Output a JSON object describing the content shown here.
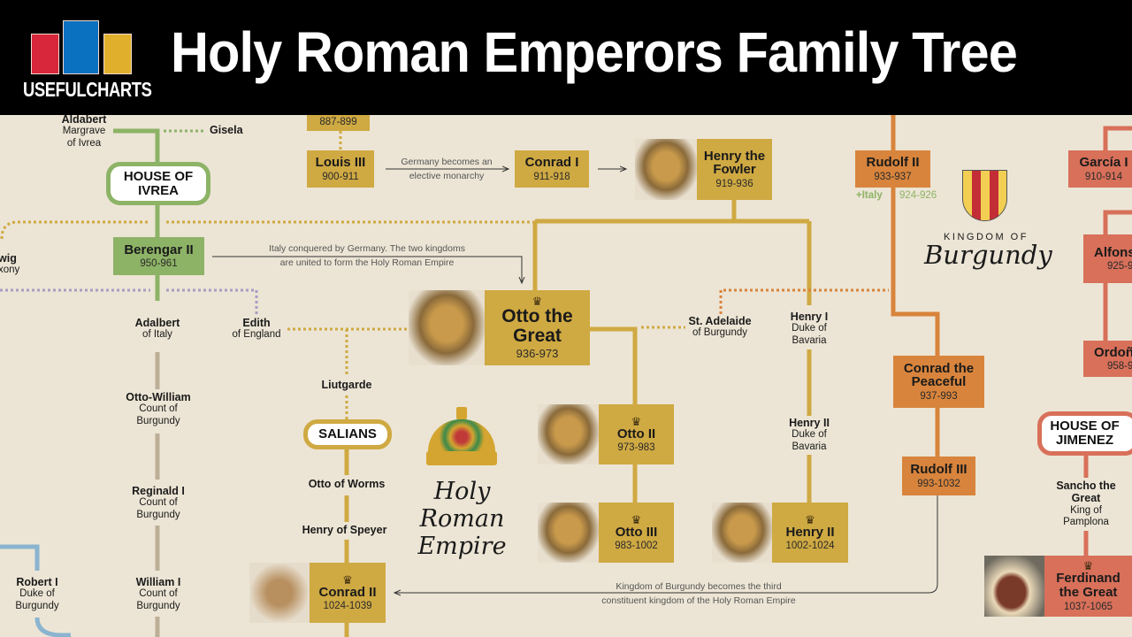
{
  "header": {
    "logo_text": "USEFULCHARTS",
    "title": "Holy Roman Emperors Family Tree",
    "logo_colors": [
      "#d8263a",
      "#0a70c0",
      "#e0b02c"
    ]
  },
  "colors": {
    "background": "#ece5d5",
    "ottonian_gold": "#cfa942",
    "ivrea_green": "#8db366",
    "burgundy_orange": "#d8843c",
    "jimenez_salmon": "#d8705a"
  },
  "rulers": {
    "partial_top": {
      "dates": "887-899"
    },
    "louis3": {
      "name": "Louis III",
      "dates": "900-911"
    },
    "conrad1": {
      "name": "Conrad I",
      "dates": "911-918"
    },
    "henry_fowler": {
      "name": "Henry the Fowler",
      "dates": "919-936"
    },
    "otto_great": {
      "name": "Otto the Great",
      "dates": "936-973"
    },
    "otto2": {
      "name": "Otto II",
      "dates": "973-983"
    },
    "otto3": {
      "name": "Otto III",
      "dates": "983-1002"
    },
    "henry2": {
      "name": "Henry II",
      "dates": "1002-1024"
    },
    "conrad2": {
      "name": "Conrad II",
      "dates": "1024-1039"
    },
    "berengar2": {
      "name": "Berengar II",
      "dates": "950-961"
    },
    "rudolf2": {
      "name": "Rudolf II",
      "dates": "933-937",
      "italy_label": "+Italy",
      "italy_dates": "924-926"
    },
    "conrad_peaceful": {
      "name": "Conrad the Peaceful",
      "dates": "937-993"
    },
    "rudolf3": {
      "name": "Rudolf III",
      "dates": "993-1032"
    },
    "garcia1": {
      "name": "García I",
      "dates": "910-914"
    },
    "alfonso": {
      "name": "Alfons",
      "dates": "925-9"
    },
    "ordono": {
      "name": "Ordoñ",
      "dates": "958-9"
    },
    "ferdinand": {
      "name": "Ferdinand the Great",
      "dates": "1037-1065"
    }
  },
  "houses": {
    "ivrea": "HOUSE OF IVREA",
    "salians": "SALIANS",
    "jimenez": "HOUSE OF JIMENEZ"
  },
  "people": [
    {
      "name": "Aldabert",
      "title": "Margrave of Ivrea"
    },
    {
      "name": "Gisela",
      "title": ""
    },
    {
      "name": "wig",
      "title": "xony"
    },
    {
      "name": "Adalbert",
      "title": "of Italy"
    },
    {
      "name": "Edith",
      "title": "of England"
    },
    {
      "name": "Liutgarde",
      "title": ""
    },
    {
      "name": "Otto-William",
      "title": "Count of Burgundy"
    },
    {
      "name": "Reginald I",
      "title": "Count of Burgundy"
    },
    {
      "name": "William I",
      "title": "Count of Burgundy"
    },
    {
      "name": "Robert I",
      "title": "Duke of Burgundy"
    },
    {
      "name": "Otto of Worms",
      "title": ""
    },
    {
      "name": "Henry of Speyer",
      "title": ""
    },
    {
      "name": "St. Adelaide",
      "title": "of Burgundy"
    },
    {
      "name": "Henry I",
      "title": "Duke of Bavaria"
    },
    {
      "name": "Henry II",
      "title": "Duke of Bavaria"
    },
    {
      "name": "Sancho the Great",
      "title": "King of Pamplona"
    }
  ],
  "notes": {
    "germany_elective": [
      "Germany becomes an",
      "elective monarchy"
    ],
    "italy_conquered": [
      "Italy conquered by Germany. The two kingdoms",
      "are united to form the Holy Roman Empire"
    ],
    "burgundy_third": [
      "Kingdom of Burgundy becomes the third",
      "constituent kingdom of the Holy Roman Empire"
    ]
  },
  "emblems": {
    "hre": [
      "Holy",
      "Roman",
      "Empire"
    ],
    "burgundy_small": "KINGDOM OF",
    "burgundy_script": "Burgundy"
  }
}
